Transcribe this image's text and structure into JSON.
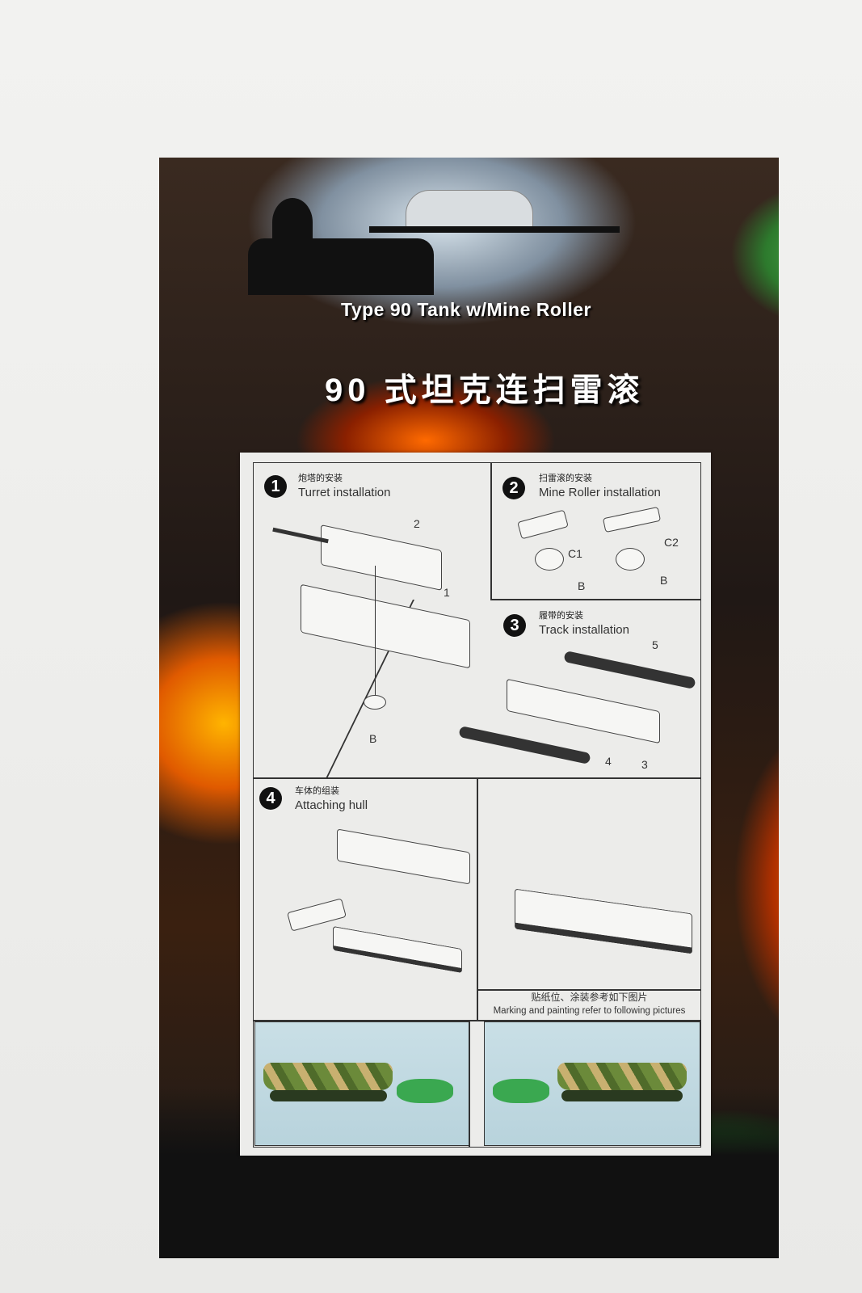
{
  "box": {
    "title_en": "Type 90 Tank w/Mine Roller",
    "title_cn": "90 式坦克连扫雷滚"
  },
  "steps": [
    {
      "num": "1",
      "cn": "炮塔的安装",
      "en": "Turret installation",
      "labels": [
        "2",
        "1",
        "B"
      ]
    },
    {
      "num": "2",
      "cn": "扫雷滚的安装",
      "en": "Mine Roller installation",
      "labels": [
        "C1",
        "B",
        "C2",
        "B"
      ]
    },
    {
      "num": "3",
      "cn": "履带的安装",
      "en": "Track installation",
      "labels": [
        "5",
        "4",
        "3"
      ]
    },
    {
      "num": "4",
      "cn": "车体的组装",
      "en": "Attaching hull"
    }
  ],
  "note": {
    "cn": "贴纸位、涂装参考如下图片",
    "en": "Marking and painting refer to following pictures"
  }
}
